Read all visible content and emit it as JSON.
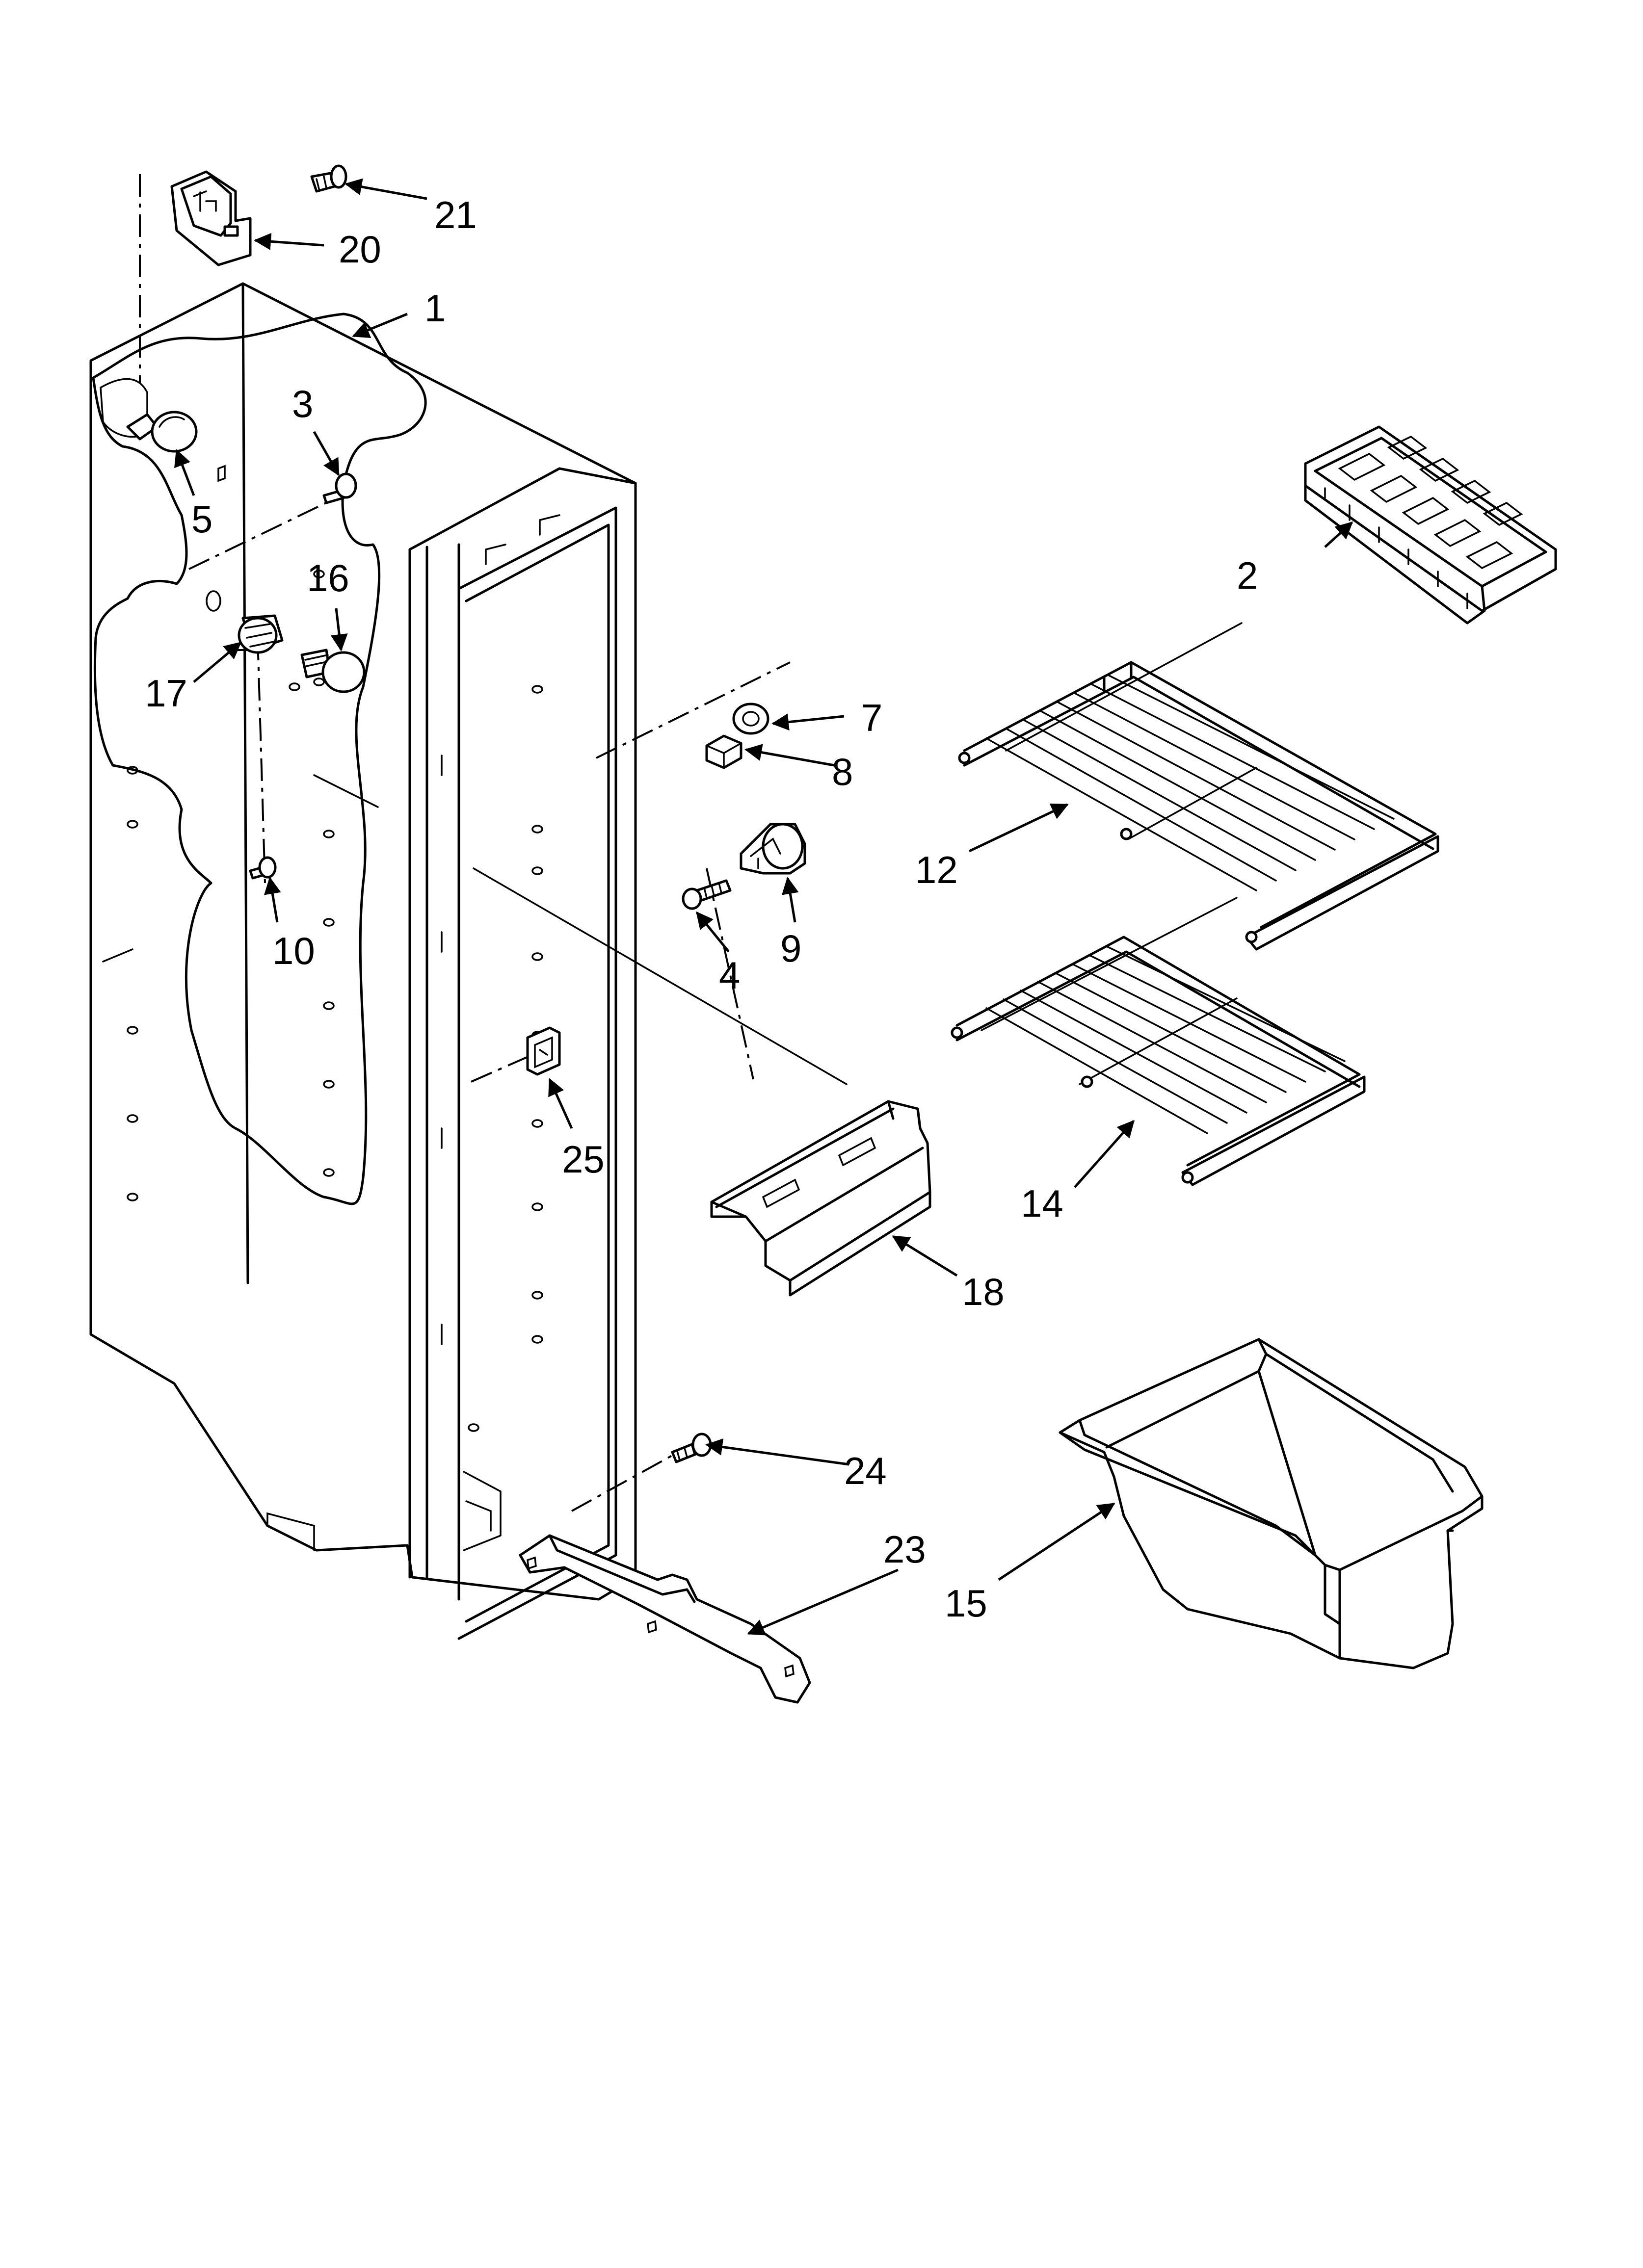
{
  "callouts": [
    {
      "id": "c21",
      "text": "21"
    },
    {
      "id": "c20",
      "text": "20"
    },
    {
      "id": "c1",
      "text": "1"
    },
    {
      "id": "c3",
      "text": "3"
    },
    {
      "id": "c5",
      "text": "5"
    },
    {
      "id": "c16",
      "text": "16"
    },
    {
      "id": "c17",
      "text": "17"
    },
    {
      "id": "c2",
      "text": "2"
    },
    {
      "id": "c7",
      "text": "7"
    },
    {
      "id": "c8",
      "text": "8"
    },
    {
      "id": "c12",
      "text": "12"
    },
    {
      "id": "c10",
      "text": "10"
    },
    {
      "id": "c4",
      "text": "4"
    },
    {
      "id": "c9",
      "text": "9"
    },
    {
      "id": "c25",
      "text": "25"
    },
    {
      "id": "c14",
      "text": "14"
    },
    {
      "id": "c18",
      "text": "18"
    },
    {
      "id": "c24",
      "text": "24"
    },
    {
      "id": "c23",
      "text": "23"
    },
    {
      "id": "c15",
      "text": "15"
    }
  ]
}
